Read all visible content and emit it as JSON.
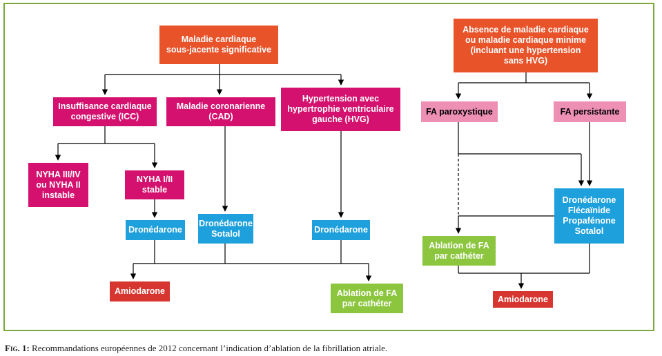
{
  "boxes": {
    "maladie_significative": "Maladie cardiaque\nsous-jacente significative",
    "absence_maladie": "Absence de maladie cardiaque\nou maladie cardiaque minime\n(incluant une hypertension\nsans HVG)",
    "icc": "Insuffisance cardiaque\ncongestive (ICC)",
    "cad": "Maladie coronarienne\n(CAD)",
    "hvg": "Hypertension avec\nhypertrophie ventriculaire\ngauche (HVG)",
    "fa_paroxystique": "FA paroxystique",
    "fa_persistante": "FA persistante",
    "nyha_3_4": "NYHA III/IV\nou NYHA II\ninstable",
    "nyha_1_2": "NYHA I/II\nstable",
    "dronedarone_icc": "Dronédarone",
    "dronedarone_sotalol": "Dronédarone\nSotalol",
    "dronedarone_hvg": "Dronédarone",
    "dronedarone_multi": "Dronédarone\nFlécaïnide\nPropafénone\nSotalol",
    "ablation_right": "Ablation de FA\npar cathéter",
    "amiodarone_left": "Amiodarone",
    "ablation_left": "Ablation de FA\npar cathéter",
    "amiodarone_right": "Amiodarone"
  },
  "colors": {
    "orange": "#e8532a",
    "magenta": "#d4116e",
    "pink": "#ee8fb4",
    "blue": "#1ea0dc",
    "red": "#d7352f",
    "green": "#8cc63f",
    "frame": "#7aa83b"
  },
  "caption": {
    "label": "Fig. 1:",
    "text": " Recommandations européennes de 2012 concernant l’indication d’ablation de la fibrillation atriale."
  }
}
